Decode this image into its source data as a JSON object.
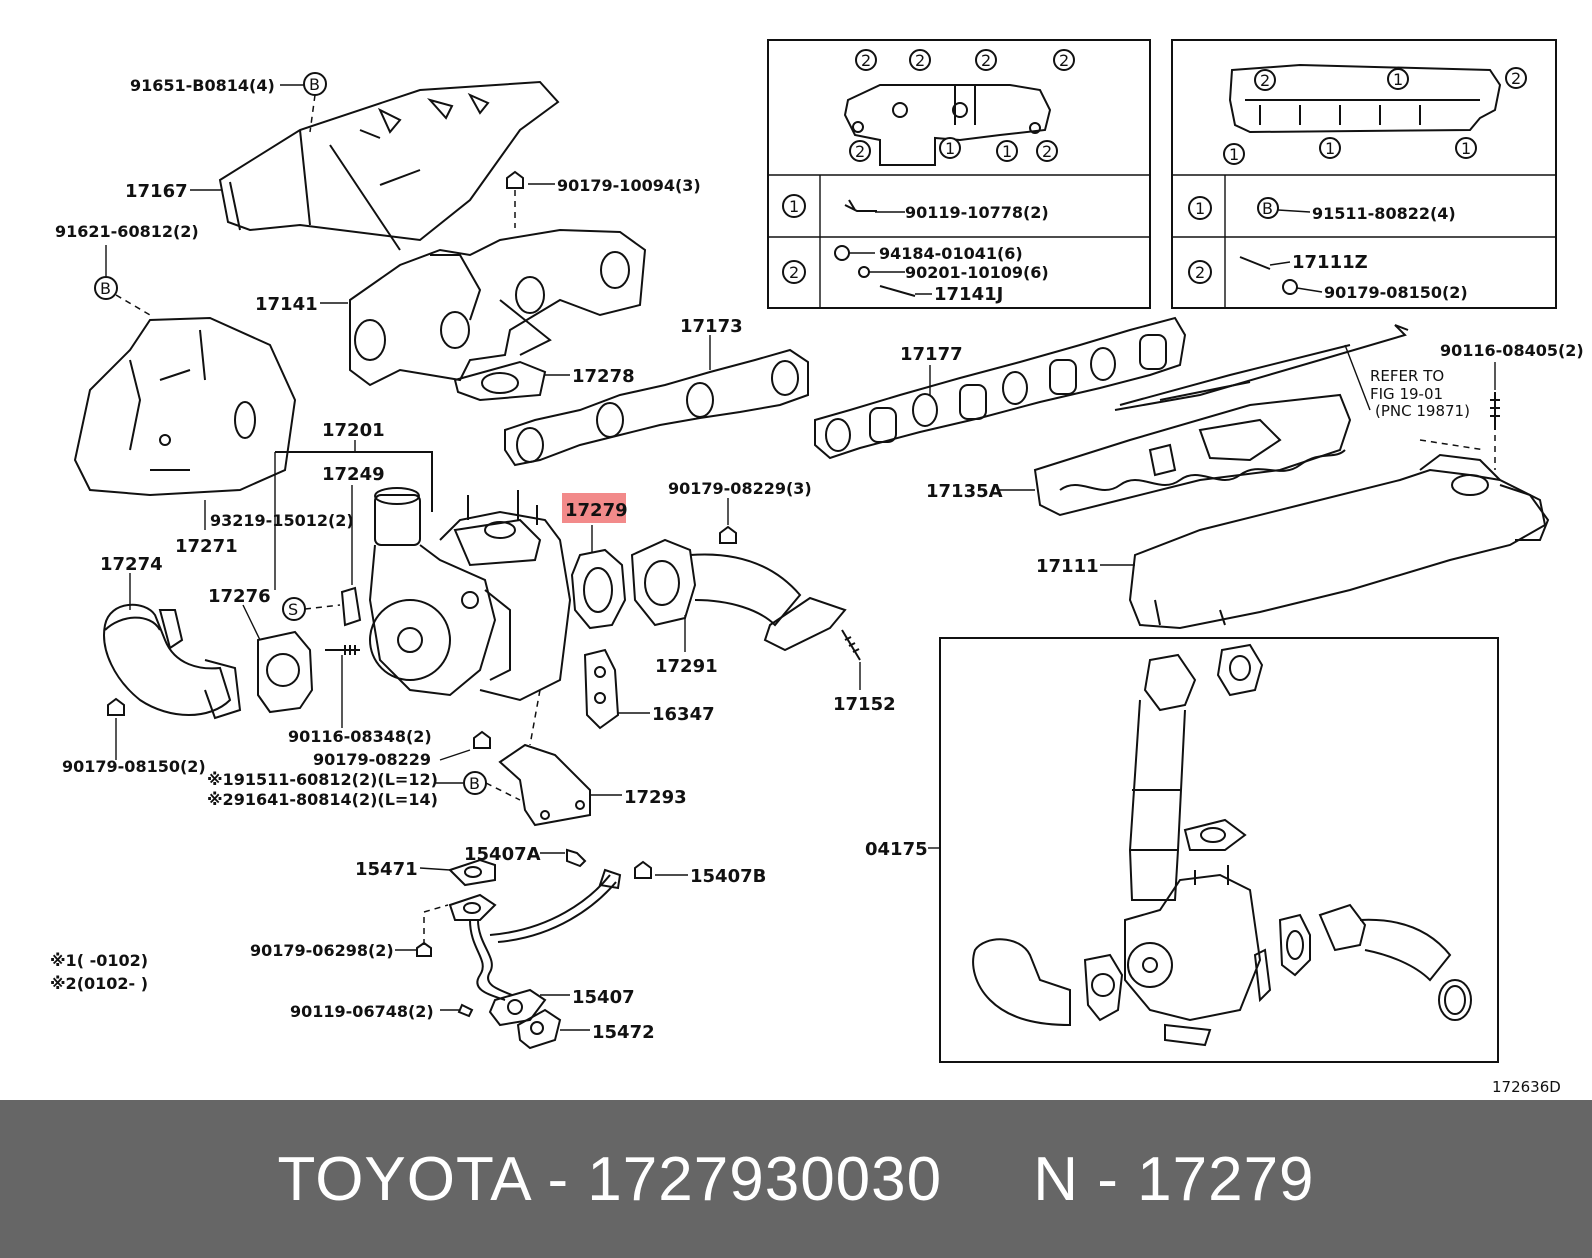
{
  "labels": {
    "l_91651": "91651-B0814(4)",
    "l_17167": "17167",
    "l_90179_10094": "90179-10094(3)",
    "l_91621": "91621-60812(2)",
    "l_17141": "17141",
    "l_17278": "17278",
    "l_17173": "17173",
    "l_17201": "17201",
    "l_17249": "17249",
    "l_93219": "93219-15012(2)",
    "l_17271": "17271",
    "l_17274": "17274",
    "l_17276": "17276",
    "l_17279": "17279",
    "l_90179_08229_3": "90179-08229(3)",
    "l_17291": "17291",
    "l_16347": "16347",
    "l_17152": "17152",
    "l_90116_08348": "90116-08348(2)",
    "l_90179_08229": "90179-08229",
    "l_90179_08150": "90179-08150(2)",
    "l_note1": "※191511-60812(2)(L=12)",
    "l_note2": "※291641-80814(2)(L=14)",
    "l_17293": "17293",
    "l_15407A": "15407A",
    "l_15471": "15471",
    "l_15407B": "15407B",
    "l_90179_06298": "90179-06298(2)",
    "l_90119_06748": "90119-06748(2)",
    "l_15407": "15407",
    "l_15472": "15472",
    "l_legend1": "※1(    -0102)",
    "l_legend2": "※2(0102-     )",
    "l_17177": "17177",
    "l_90116_08405": "90116-08405(2)",
    "l_refer1": "REFER TO",
    "l_refer2": "FIG 19-01",
    "l_refer3": "(PNC 19871)",
    "l_17135A": "17135A",
    "l_17111": "17111",
    "l_04175": "04175",
    "l_90119_10778": "90119-10778(2)",
    "l_94184": "94184-01041(6)",
    "l_90201": "90201-10109(6)",
    "l_17141J": "17141J",
    "l_91511": "91511-80822(4)",
    "l_17111Z": "17111Z",
    "l_90179_08150b": "90179-08150(2)",
    "l_fig_id": "172636D"
  },
  "markers": {
    "b": "B",
    "s": "S",
    "one": "1",
    "two": "2"
  },
  "highlight_color": "#f28a8a",
  "footer": {
    "text": "TOYOTA - 1727930030     N - 17279"
  }
}
